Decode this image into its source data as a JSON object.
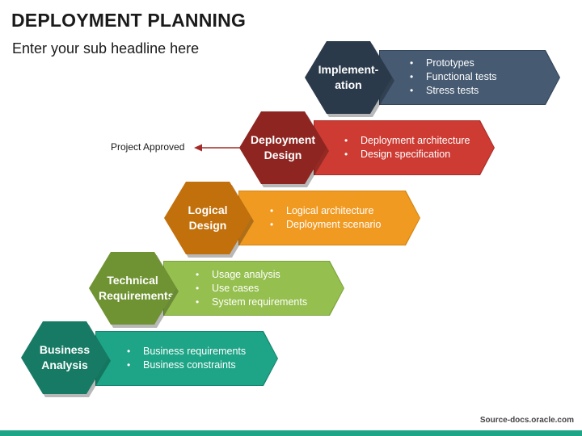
{
  "header": {
    "title": "DEPLOYMENT PLANNING",
    "subtitle": "Enter your sub headline here"
  },
  "steps": [
    {
      "label": "Business\nAnalysis",
      "bullets": [
        "Business requirements",
        "Business constraints"
      ],
      "hex_color": "#177a65",
      "band_color": "#1ea486",
      "band_edge": "#168470"
    },
    {
      "label": "Technical\nRequirements",
      "bullets": [
        "Usage analysis",
        "Use cases",
        "System requirements"
      ],
      "hex_color": "#6f9332",
      "band_color": "#95bf4e",
      "band_edge": "#7ba23a"
    },
    {
      "label": "Logical\nDesign",
      "bullets": [
        "Logical architecture",
        "Deployment scenario"
      ],
      "hex_color": "#c2700b",
      "band_color": "#f19a22",
      "band_edge": "#d1830f"
    },
    {
      "label": "Deployment\nDesign",
      "bullets": [
        "Deployment architecture",
        "Design specification"
      ],
      "hex_color": "#8e2521",
      "band_color": "#cd3b33",
      "band_edge": "#a92d28"
    },
    {
      "label": "Implement-\nation",
      "bullets": [
        "Prototypes",
        "Functional tests",
        "Stress tests"
      ],
      "hex_color": "#2b3a4a",
      "band_color": "#465a72",
      "band_edge": "#33465b"
    }
  ],
  "annotation": {
    "text": "Project Approved",
    "arrow_color": "#a42b27"
  },
  "footer": {
    "source": "Source-docs.oracle.com",
    "bar_color": "#1ea486"
  }
}
